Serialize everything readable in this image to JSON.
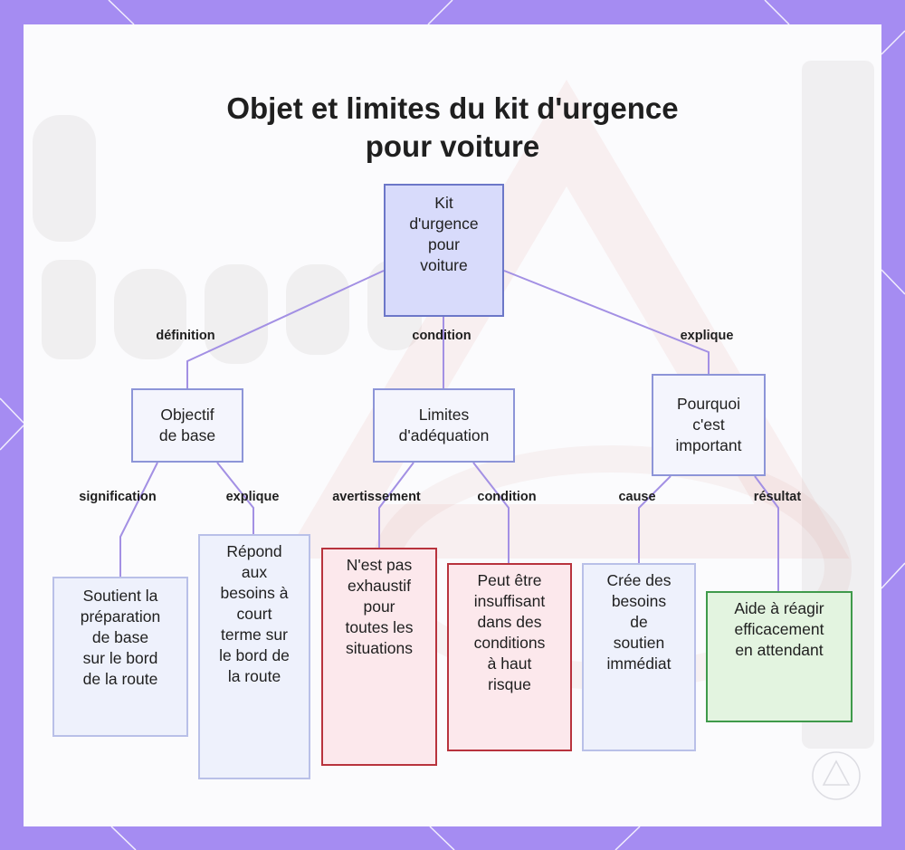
{
  "title": "Objet et limites du kit d'urgence\npour voiture",
  "nodes": {
    "root": "Kit\nd'urgence\npour\nvoiture",
    "objectif": "Objectif\nde base",
    "limites": "Limites\nd'adéquation",
    "pourquoi": "Pourquoi\nc'est\nimportant",
    "soutient": "Soutient la\npréparation\nde base\nsur le bord\nde la route",
    "repond": "Répond\naux\nbesoins à\ncourt\nterme sur\nle bord de\nla route",
    "exhaustif": "N'est pas\nexhaustif\npour\ntoutes les\nsituations",
    "insuffisant": "Peut être\ninsuffisant\ndans des\nconditions\nà haut\nrisque",
    "cree": "Crée des\nbesoins\nde\nsoutien\nimmédiat",
    "aide": "Aide à réagir\nefficacement\nen attendant"
  },
  "edge_labels": {
    "definition": "définition",
    "condition_top": "condition",
    "explique_top": "explique",
    "signification": "signification",
    "explique_left": "explique",
    "avertissement": "avertissement",
    "condition_mid": "condition",
    "cause": "cause",
    "resultat": "résultat"
  },
  "colors": {
    "frame": "#a58cf2",
    "edge": "#a390e4",
    "warning_border": "#b8333d",
    "result_border": "#3f9a4b"
  }
}
